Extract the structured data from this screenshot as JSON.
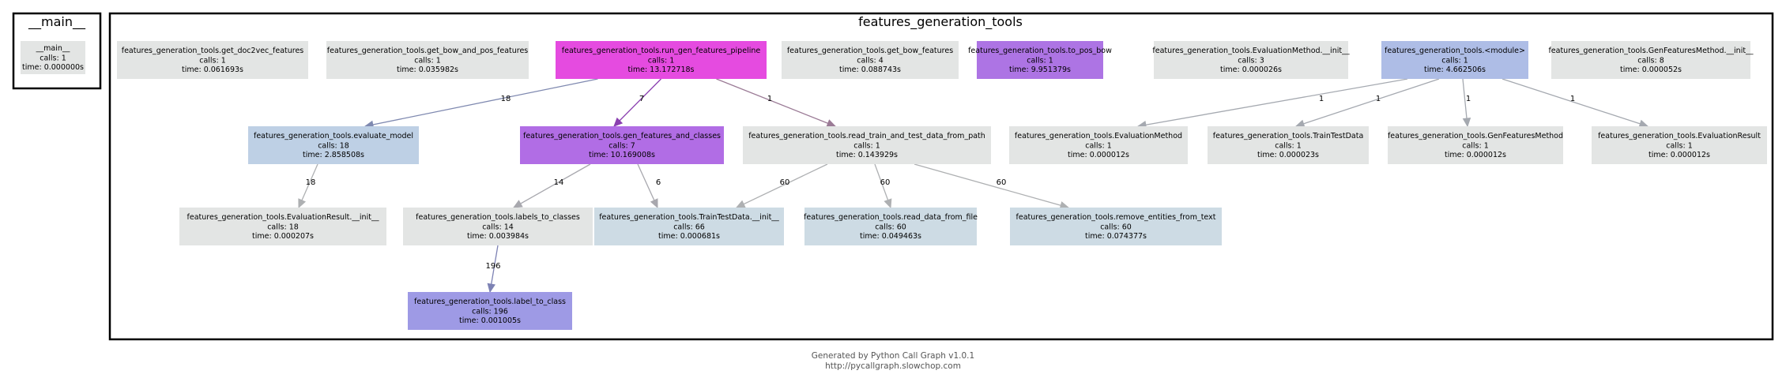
{
  "clusters": [
    {
      "id": "main",
      "title": "__main__"
    },
    {
      "id": "fgt",
      "title": "features_generation_tools"
    }
  ],
  "nodes": [
    {
      "id": "main",
      "name": "__main__",
      "calls": "calls: 1",
      "time": "time: 0.000000s",
      "color": "#e3e5e4"
    },
    {
      "id": "doc2vec",
      "name": "features_generation_tools.get_doc2vec_features",
      "calls": "calls: 1",
      "time": "time: 0.061693s",
      "color": "#e3e5e4"
    },
    {
      "id": "bowpos",
      "name": "features_generation_tools.get_bow_and_pos_features",
      "calls": "calls: 1",
      "time": "time: 0.035982s",
      "color": "#e3e5e4"
    },
    {
      "id": "pipeline",
      "name": "features_generation_tools.run_gen_features_pipeline",
      "calls": "calls: 1",
      "time": "time: 13.172718s",
      "color": "#e54be0"
    },
    {
      "id": "bow",
      "name": "features_generation_tools.get_bow_features",
      "calls": "calls: 4",
      "time": "time: 0.088743s",
      "color": "#e3e5e4"
    },
    {
      "id": "topos",
      "name": "features_generation_tools.to_pos_bow",
      "calls": "calls: 1",
      "time": "time: 9.951379s",
      "color": "#ad74e4"
    },
    {
      "id": "evalinit",
      "name": "features_generation_tools.EvaluationMethod.__init__",
      "calls": "calls: 3",
      "time": "time: 0.000026s",
      "color": "#e3e5e4"
    },
    {
      "id": "module",
      "name": "features_generation_tools.<module>",
      "calls": "calls: 1",
      "time": "time: 4.662506s",
      "color": "#aebde6"
    },
    {
      "id": "genfeatinit",
      "name": "features_generation_tools.GenFeaturesMethod.__init__",
      "calls": "calls: 8",
      "time": "time: 0.000052s",
      "color": "#e3e5e4"
    },
    {
      "id": "evalmodel",
      "name": "features_generation_tools.evaluate_model",
      "calls": "calls: 18",
      "time": "time: 2.858508s",
      "color": "#bed0e5"
    },
    {
      "id": "genfeat",
      "name": "features_generation_tools.gen_features_and_classes",
      "calls": "calls: 7",
      "time": "time: 10.169008s",
      "color": "#b16de5"
    },
    {
      "id": "readtrain",
      "name": "features_generation_tools.read_train_and_test_data_from_path",
      "calls": "calls: 1",
      "time": "time: 0.143929s",
      "color": "#e3e5e4"
    },
    {
      "id": "evalmethod",
      "name": "features_generation_tools.EvaluationMethod",
      "calls": "calls: 1",
      "time": "time: 0.000012s",
      "color": "#e3e5e4"
    },
    {
      "id": "traintest",
      "name": "features_generation_tools.TrainTestData",
      "calls": "calls: 1",
      "time": "time: 0.000023s",
      "color": "#e3e5e4"
    },
    {
      "id": "genfeatmethod",
      "name": "features_generation_tools.GenFeaturesMethod",
      "calls": "calls: 1",
      "time": "time: 0.000012s",
      "color": "#e3e5e4"
    },
    {
      "id": "evalresult",
      "name": "features_generation_tools.EvaluationResult",
      "calls": "calls: 1",
      "time": "time: 0.000012s",
      "color": "#e3e5e4"
    },
    {
      "id": "evalresultinit",
      "name": "features_generation_tools.EvaluationResult.__init__",
      "calls": "calls: 18",
      "time": "time: 0.000207s",
      "color": "#e3e5e4"
    },
    {
      "id": "labels",
      "name": "features_generation_tools.labels_to_classes",
      "calls": "calls: 14",
      "time": "time: 0.003984s",
      "color": "#e3e5e4"
    },
    {
      "id": "traintestinit",
      "name": "features_generation_tools.TrainTestData.__init__",
      "calls": "calls: 66",
      "time": "time: 0.000681s",
      "color": "#cddbe4"
    },
    {
      "id": "readdata",
      "name": "features_generation_tools.read_data_from_file",
      "calls": "calls: 60",
      "time": "time: 0.049463s",
      "color": "#cddbe4"
    },
    {
      "id": "remove",
      "name": "features_generation_tools.remove_entities_from_text",
      "calls": "calls: 60",
      "time": "time: 0.074377s",
      "color": "#cddbe4"
    },
    {
      "id": "labelclass",
      "name": "features_generation_tools.label_to_class",
      "calls": "calls: 196",
      "time": "time: 0.001005s",
      "color": "#9e9ae5"
    }
  ],
  "edges": [
    {
      "from": "pipeline",
      "to": "evalmodel",
      "label": "18",
      "color": "#7f89b0"
    },
    {
      "from": "pipeline",
      "to": "genfeat",
      "label": "7",
      "color": "#8a3fb0"
    },
    {
      "from": "pipeline",
      "to": "readtrain",
      "label": "1",
      "color": "#9b7b96"
    },
    {
      "from": "module",
      "to": "evalmethod",
      "label": "1",
      "color": "#a5a9b0"
    },
    {
      "from": "module",
      "to": "traintest",
      "label": "1",
      "color": "#a5a9b0"
    },
    {
      "from": "module",
      "to": "genfeatmethod",
      "label": "1",
      "color": "#a5a9b0"
    },
    {
      "from": "module",
      "to": "evalresult",
      "label": "1",
      "color": "#a5a9b0"
    },
    {
      "from": "evalmodel",
      "to": "evalresultinit",
      "label": "18",
      "color": "#aeb0b2"
    },
    {
      "from": "genfeat",
      "to": "labels",
      "label": "14",
      "color": "#a8a8ae"
    },
    {
      "from": "genfeat",
      "to": "traintestinit",
      "label": "6",
      "color": "#a8a8ae"
    },
    {
      "from": "readtrain",
      "to": "traintestinit",
      "label": "60",
      "color": "#aeb0b2"
    },
    {
      "from": "readtrain",
      "to": "readdata",
      "label": "60",
      "color": "#aeb0b2"
    },
    {
      "from": "readtrain",
      "to": "remove",
      "label": "60",
      "color": "#aeb0b2"
    },
    {
      "from": "labels",
      "to": "labelclass",
      "label": "196",
      "color": "#7d82b4"
    }
  ],
  "footer": {
    "line1": "Generated by Python Call Graph v1.0.1",
    "line2": "http://pycallgraph.slowchop.com"
  }
}
